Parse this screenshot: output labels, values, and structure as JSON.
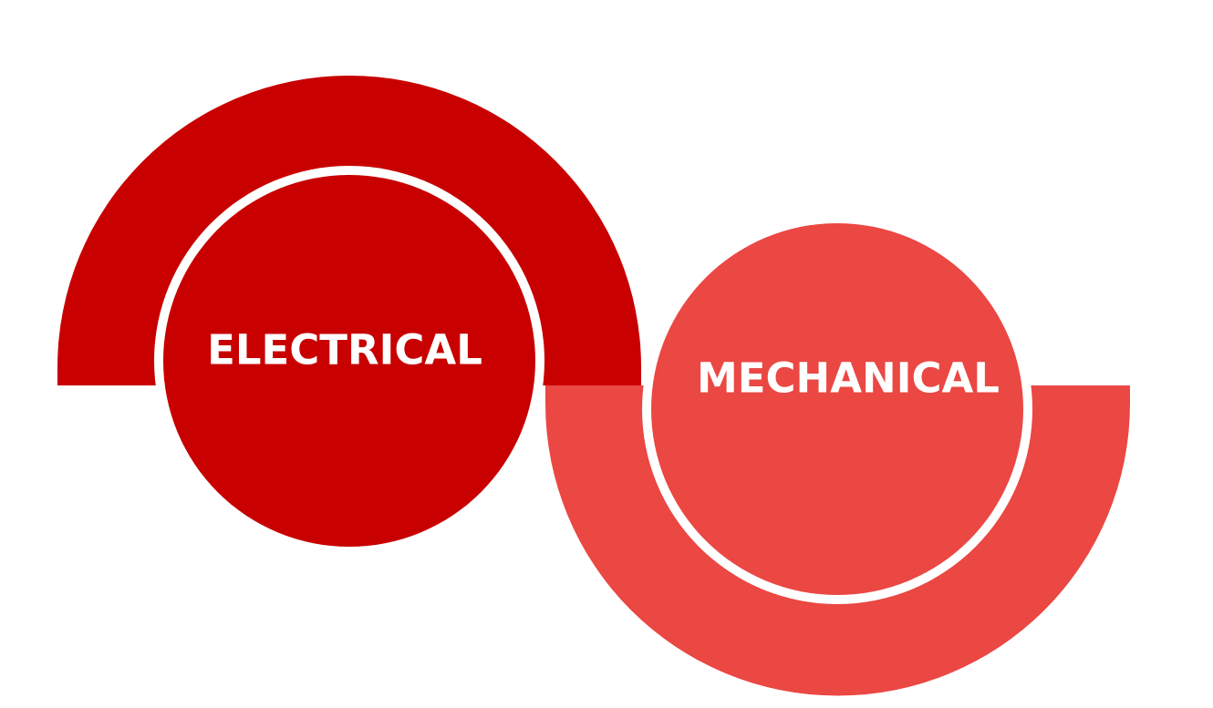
{
  "diagram": {
    "colors": {
      "primary": "#c80000",
      "secondary": "#eb4743",
      "ring": "#ffffff",
      "text": "#ffffff",
      "background": "#ffffff"
    },
    "nodes": [
      {
        "id": "electrical",
        "label": "ELECTRICAL",
        "color": "#c80000"
      },
      {
        "id": "mechanical",
        "label": "MECHANICAL",
        "color": "#eb4743"
      }
    ]
  }
}
